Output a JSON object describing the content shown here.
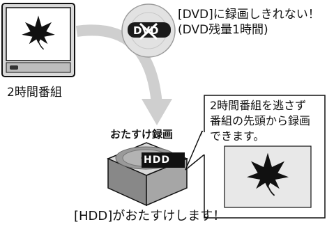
{
  "tv": {
    "caption": "2時間番組",
    "icon": "maple-leaf-icon",
    "screen_color": "#ffffff"
  },
  "dvd": {
    "disc_label": "DVD",
    "message_line1": "[DVD]に録画しきれない！",
    "message_line2": "(DVD残量1時間)",
    "icon": "dvd-disc-crossed-icon"
  },
  "hdd": {
    "title": "おたすけ録画",
    "label": "HDD",
    "icon": "hdd-drive-icon"
  },
  "callout": {
    "line1": "2時間番組を逃さず",
    "line2": "番組の先頭から録画",
    "line3": "できます。",
    "screen_color": "#e8e8e8"
  },
  "footer": {
    "caption": "[HDD]がおたすけします！"
  },
  "colors": {
    "arrow": "#cfcfcf",
    "outline": "#111111",
    "frame_gray": "#bdbdbd"
  }
}
